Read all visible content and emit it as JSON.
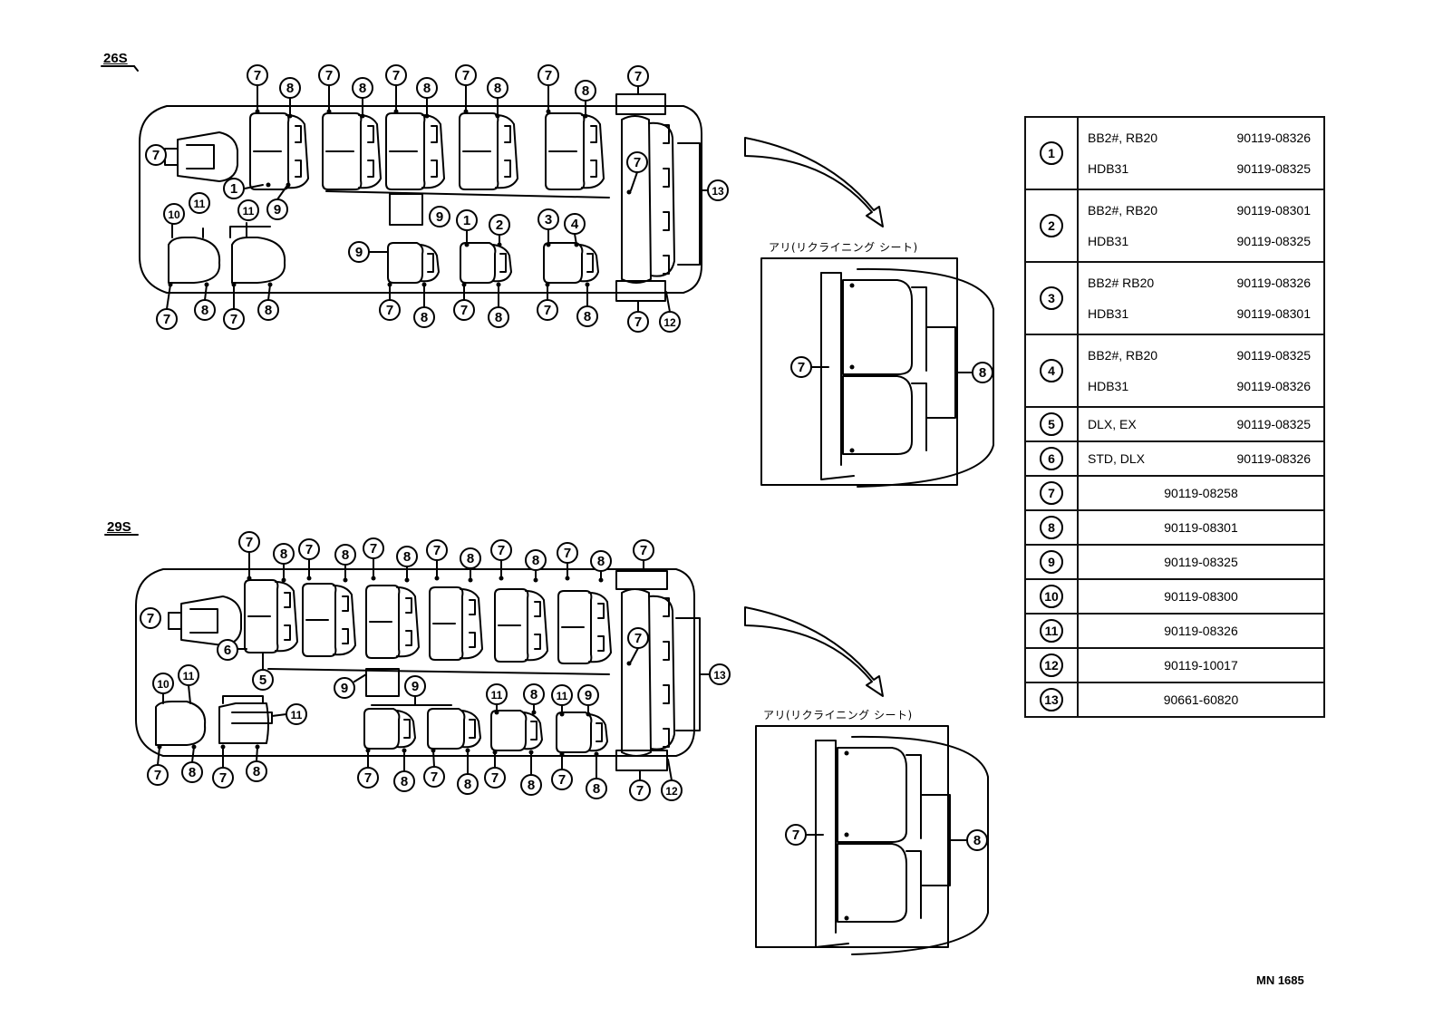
{
  "sections": {
    "s26": "26S",
    "s29": "29S"
  },
  "inset_title": "アリ(リクライニング シート)",
  "drawing_id": "MN 1685",
  "callouts": [
    "1",
    "2",
    "3",
    "4",
    "5",
    "6",
    "7",
    "8",
    "9",
    "10",
    "11",
    "12",
    "13"
  ],
  "parts": [
    {
      "no": "1",
      "rows": [
        {
          "model": "BB2#, RB20",
          "part": "90119-08326"
        },
        {
          "model": "HDB31",
          "part": "90119-08325"
        }
      ]
    },
    {
      "no": "2",
      "rows": [
        {
          "model": "BB2#, RB20",
          "part": "90119-08301"
        },
        {
          "model": "HDB31",
          "part": "90119-08325"
        }
      ]
    },
    {
      "no": "3",
      "rows": [
        {
          "model": "BB2# RB20",
          "part": "90119-08326"
        },
        {
          "model": "HDB31",
          "part": "90119-08301"
        }
      ]
    },
    {
      "no": "4",
      "rows": [
        {
          "model": "BB2#, RB20",
          "part": "90119-08325"
        },
        {
          "model": "HDB31",
          "part": "90119-08326"
        }
      ]
    },
    {
      "no": "5",
      "rows": [
        {
          "model": "DLX, EX",
          "part": "90119-08325"
        }
      ]
    },
    {
      "no": "6",
      "rows": [
        {
          "model": "STD, DLX",
          "part": "90119-08326"
        }
      ]
    },
    {
      "no": "7",
      "part": "90119-08258"
    },
    {
      "no": "8",
      "part": "90119-08301"
    },
    {
      "no": "9",
      "part": "90119-08325"
    },
    {
      "no": "10",
      "part": "90119-08300"
    },
    {
      "no": "11",
      "part": "90119-08326"
    },
    {
      "no": "12",
      "part": "90119-10017"
    },
    {
      "no": "13",
      "part": "90661-60820"
    }
  ]
}
